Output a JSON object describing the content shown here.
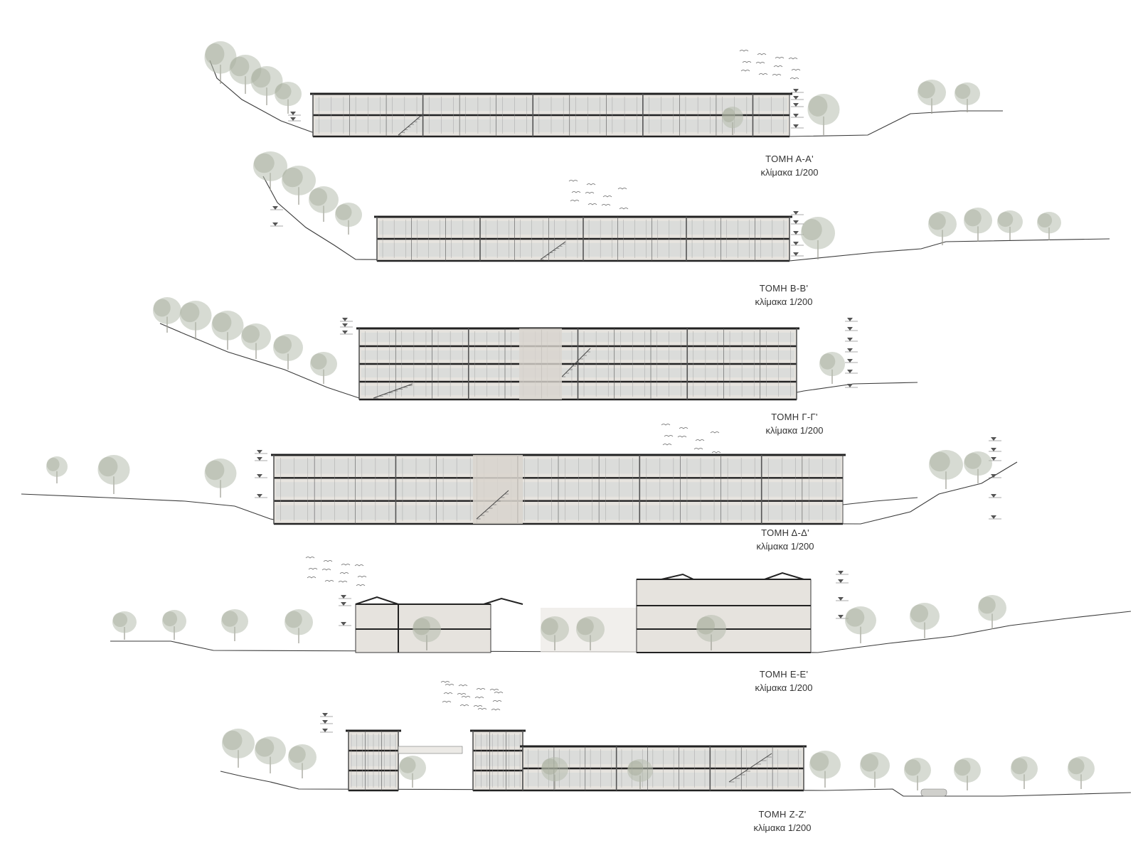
{
  "sheet": {
    "background": "#ffffff",
    "line_color": "#3a3a3a",
    "fill_color": "#e6e3de",
    "tree_color": "#b7bdae",
    "glazing_color": "#d7dad8"
  },
  "sections": [
    {
      "id": "a",
      "title": "ΤΟΜΗ Α-Α'",
      "scale": "κλίμακα 1/200"
    },
    {
      "id": "b",
      "title": "ΤΟΜΗ Β-Β'",
      "scale": "κλίμακα 1/200"
    },
    {
      "id": "c",
      "title": "ΤΟΜΗ Γ-Γ'",
      "scale": "κλίμακα 1/200"
    },
    {
      "id": "d",
      "title": "ΤΟΜΗ Δ-Δ'",
      "scale": "κλίμακα 1/200"
    },
    {
      "id": "e",
      "title": "ΤΟΜΗ Ε-Ε'",
      "scale": "κλίμακα 1/200"
    },
    {
      "id": "z",
      "title": "ΤΟΜΗ Ζ-Ζ'",
      "scale": "κλίμακα 1/200"
    }
  ]
}
